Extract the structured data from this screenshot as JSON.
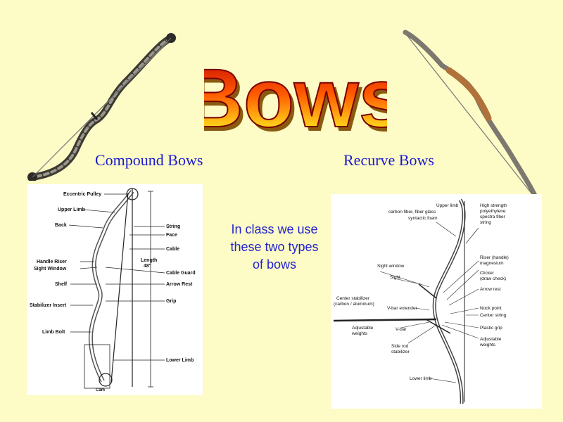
{
  "title": "Bows",
  "compound": {
    "heading": "Compound Bows",
    "labels": {
      "eccentric_pulley": "Eccentric Pulley",
      "upper_limb": "Upper Limb",
      "back": "Back",
      "handle_riser": "Handle Riser",
      "sight_window": "Sight Window",
      "shelf": "Shelf",
      "stabilizer_insert": "Stabilizer Insert",
      "limb_bolt": "Limb Bolt",
      "string": "String",
      "face": "Face",
      "cable": "Cable",
      "length": "Length",
      "length_value": "48\"",
      "cable_guard": "Cable Guard",
      "arrow_rest": "Arrow Rest",
      "grip": "Grip",
      "lower_limb": "Lower Limb",
      "cam": "Cam"
    }
  },
  "recurve": {
    "heading": "Recurve Bows",
    "labels": {
      "upper_limb": "Upper limb",
      "upper_limb_material_1": "carbon fiber, fiber glass",
      "upper_limb_material_2": "syntactic foam",
      "high_strength_1": "High strength",
      "high_strength_2": "polyethylene",
      "high_strength_3": "spectra fiber",
      "high_strength_4": "string",
      "sight_window": "Sight window",
      "sight": "Sight",
      "riser_1": "Riser (handle)",
      "riser_2": "magnesium",
      "clicker_1": "Clicker",
      "clicker_2": "(draw check)",
      "arrow_rest": "Arrow rest",
      "center_stabilizer_1": "Center stabilizer",
      "center_stabilizer_2": "(carbon / aluminum)",
      "v_bar_extender": "V-bar extender",
      "nock_point": "Nock point",
      "center_string": "Center string",
      "adjustable_weights_1": "Adjustable",
      "adjustable_weights_2": "weights",
      "v_bar": "V-bar",
      "plastic_grip": "Plastic grip",
      "adjustable_weights_r1": "Adjustable",
      "adjustable_weights_r2": "weights",
      "side_rod_1": "Side rod",
      "side_rod_2": "stabilizer",
      "lower_limb": "Lower limb"
    }
  },
  "note": "In class we use these two types of bows"
}
